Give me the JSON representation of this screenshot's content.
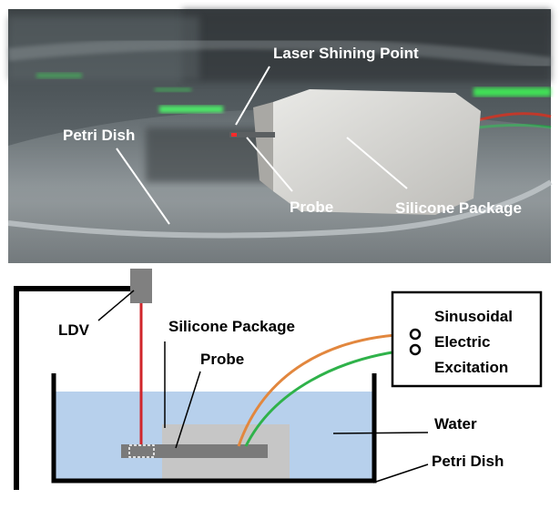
{
  "photo": {
    "labels": {
      "laser_point": "Laser Shining Point",
      "petri_dish": "Petri Dish",
      "probe": "Probe",
      "silicone_package": "Silicone Package"
    }
  },
  "schematic": {
    "labels": {
      "ldv": "LDV",
      "silicone_package": "Silicone Package",
      "probe": "Probe",
      "water": "Water",
      "petri_dish": "Petri Dish",
      "excitation_line1": "Sinusoidal",
      "excitation_line2": "Electric",
      "excitation_line3": "Excitation"
    },
    "colors": {
      "water": "#b7d0ec",
      "silicone": "#c6c6c6",
      "probe": "#7a7a7a",
      "laser": "#d0262b",
      "wire_orange": "#e2873e",
      "wire_green": "#2fb24a"
    }
  }
}
